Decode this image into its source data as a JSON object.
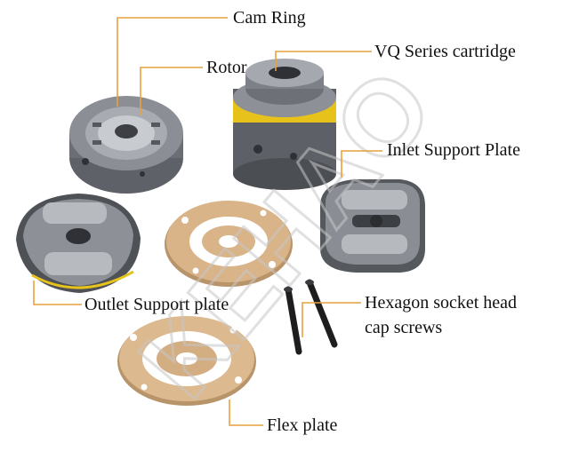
{
  "watermark": "KEHAO",
  "labels": {
    "cam_ring": "Cam Ring",
    "rotor": "Rotor",
    "vq_cartridge": "VQ Series cartridge",
    "inlet_support_plate": "Inlet Support Plate",
    "outlet_support_plate": "Outlet Support plate",
    "hexagon_screws_line1": "Hexagon socket head",
    "hexagon_screws_line2": "cap screws",
    "flex_plate": "Flex plate"
  },
  "colors": {
    "leader_line": "#e9a13b",
    "steel_dark": "#4a4d52",
    "steel_mid": "#7b7f86",
    "steel_light": "#b9bcc1",
    "bronze": "#d9b489",
    "bronze_dark": "#b8946a",
    "seal_yellow": "#e7c21b",
    "screw_black": "#1e1e20",
    "watermark": "#c7c7c7"
  }
}
